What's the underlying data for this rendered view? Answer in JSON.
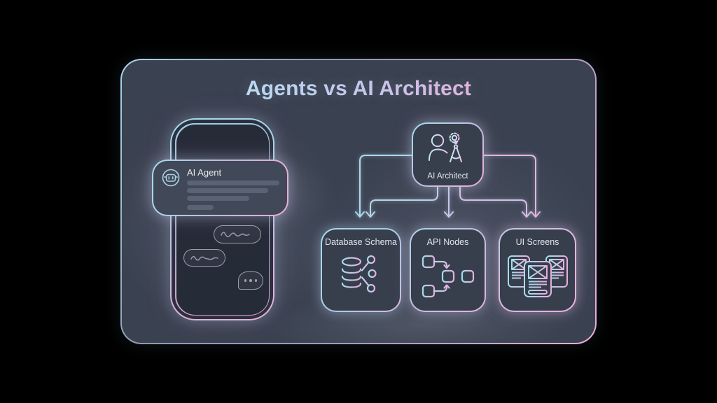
{
  "title": "Agents vs AI Architect",
  "phone": {
    "agent_card": {
      "label": "AI Agent",
      "icon": "robot-icon",
      "skeleton_lines": 4
    },
    "chat_bubbles": [
      {
        "type": "squiggle",
        "align": "right"
      },
      {
        "type": "squiggle",
        "align": "left"
      },
      {
        "type": "typing-dots",
        "align": "right"
      }
    ]
  },
  "flowchart": {
    "root": {
      "label": "AI Architect",
      "icon": "architect-person-gear-compass-icon"
    },
    "children": [
      {
        "label": "Database Schema",
        "icon": "database-schema-icon"
      },
      {
        "label": "API Nodes",
        "icon": "api-nodes-icon"
      },
      {
        "label": "UI Screens",
        "icon": "ui-screens-icon"
      }
    ],
    "edges": [
      {
        "from": "AI Architect",
        "to": "Database Schema"
      },
      {
        "from": "AI Architect",
        "to": "Database Schema"
      },
      {
        "from": "AI Architect",
        "to": "API Nodes"
      },
      {
        "from": "AI Architect",
        "to": "UI Screens"
      },
      {
        "from": "AI Architect",
        "to": "UI Screens"
      }
    ]
  },
  "colors": {
    "background": "#000000",
    "panel_bg": "#3a4150",
    "screen_bg": "#262b38",
    "card_bg": "#414857",
    "node_bg": "#373e4c",
    "neon_cyan": "#a5dcec",
    "neon_pink": "#ecacd8",
    "title_gradient_start": "#b8e4f4",
    "title_gradient_end": "#f2acd8",
    "skeleton_bar": "#5a6274",
    "bubble_outline": "#96a0b4",
    "text_light": "#e2e6ee"
  }
}
